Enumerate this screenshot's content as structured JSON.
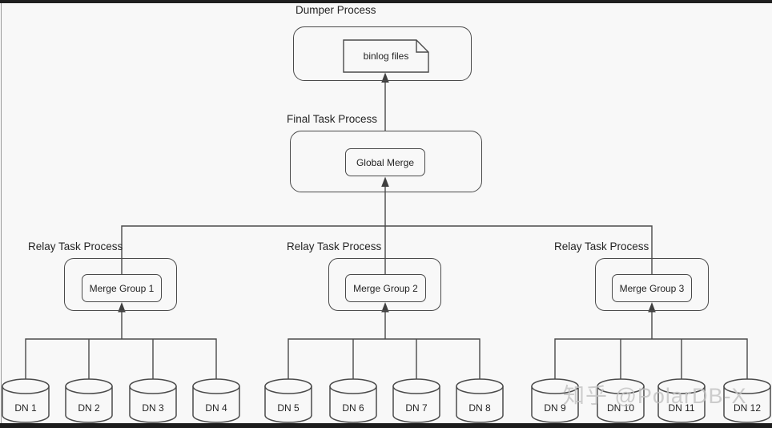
{
  "diagram": {
    "dumper": {
      "label": "Dumper Process",
      "node": "binlog files"
    },
    "final_task": {
      "label": "Final Task Process",
      "node": "Global Merge"
    },
    "relay_tasks": [
      {
        "label": "Relay Task Process",
        "node": "Merge Group 1"
      },
      {
        "label": "Relay Task Process",
        "node": "Merge Group 2"
      },
      {
        "label": "Relay Task Process",
        "node": "Merge Group 3"
      }
    ],
    "data_nodes": [
      "DN 1",
      "DN 2",
      "DN 3",
      "DN 4",
      "DN 5",
      "DN 6",
      "DN 7",
      "DN 8",
      "DN 9",
      "DN 10",
      "DN 11",
      "DN 12"
    ],
    "watermark": "知乎 @PolarDB-X",
    "colors": {
      "background": "#f8f8f8",
      "stroke": "#4a4a4a",
      "text": "#242424",
      "edge_bar": "#1f1f1f",
      "watermark": "#c3c3c3"
    }
  }
}
